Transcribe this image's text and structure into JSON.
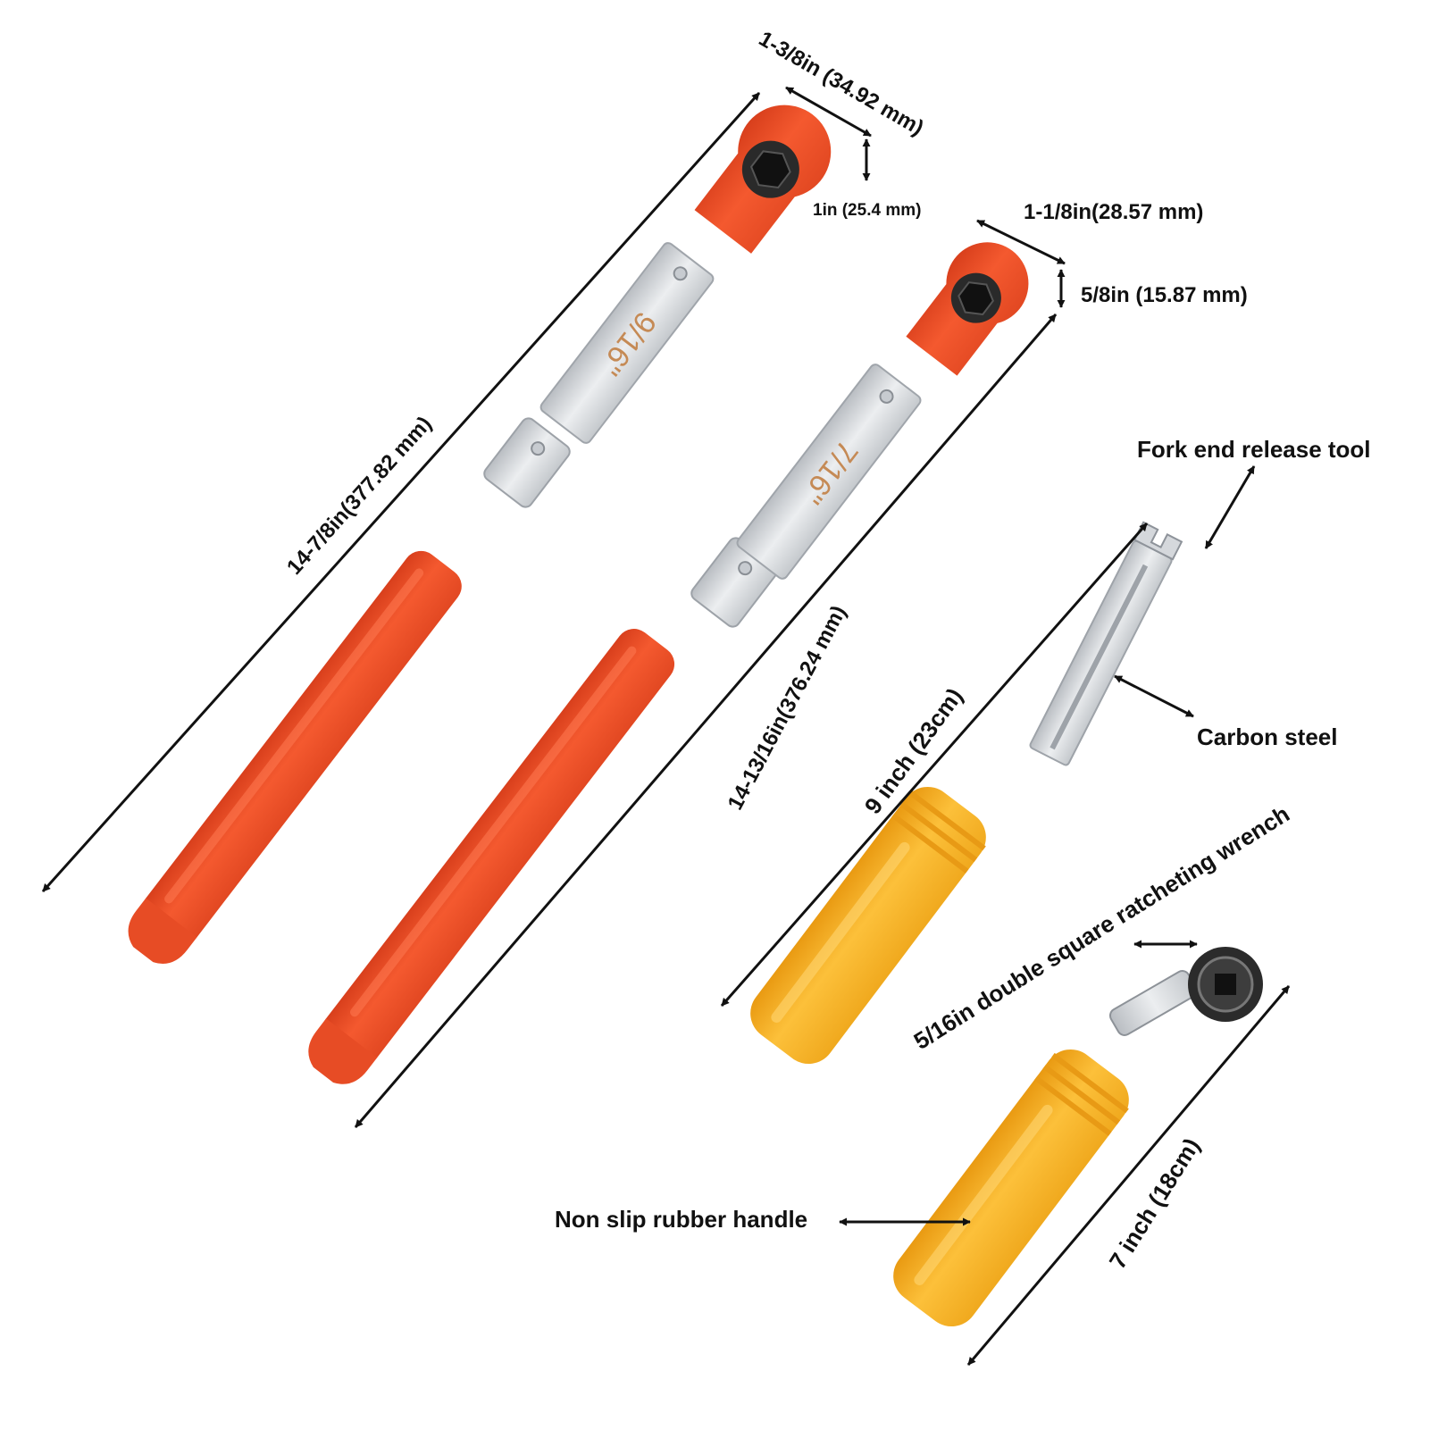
{
  "colors": {
    "background": "#ffffff",
    "orange_handle": "#f2542d",
    "orange_head": "#f4572c",
    "yellow_handle": "#fbb829",
    "steel": "#d9dbde",
    "steel_dark": "#a9adb3",
    "engraving": "#c58a55",
    "ink": "#111111"
  },
  "tools": {
    "large_wrench": {
      "engraving": "9/16\""
    },
    "medium_wrench": {
      "engraving": "7/16\""
    }
  },
  "labels": {
    "large_length": "14-7/8in(377.82 mm)",
    "large_head_width": "1-3/8in (34.92 mm)",
    "large_head_thickness": "1in (25.4 mm)",
    "medium_length": "14-13/16in(376.24 mm)",
    "medium_head_width": "1-1/8in(28.57 mm)",
    "medium_head_thickness": "5/8in (15.87 mm)",
    "fork_end": "Fork end release tool",
    "carbon_steel": "Carbon steel",
    "fork_tool_length": "9 inch (23cm)",
    "ratchet_name": "5/16in double square ratcheting wrench",
    "non_slip": "Non slip rubber handle",
    "ratchet_length": "7 inch (18cm)"
  }
}
